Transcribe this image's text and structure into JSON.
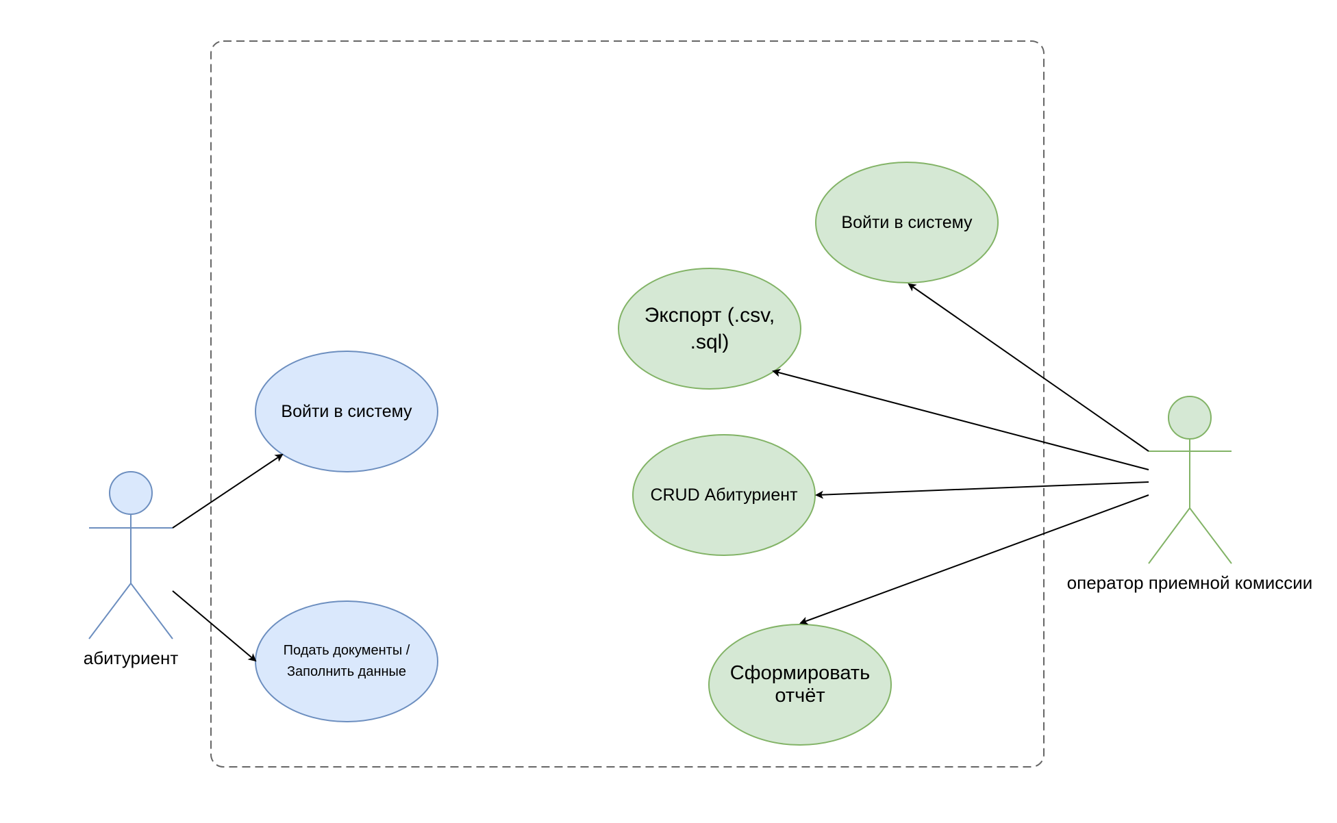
{
  "colors": {
    "blue_fill": "#dae8fc",
    "blue_stroke": "#6c8ebf",
    "green_fill": "#d5e8d4",
    "green_stroke": "#82b366",
    "boundary_stroke": "#666666",
    "arrow": "#000000"
  },
  "actors": {
    "applicant": {
      "label": "абитуриент",
      "color": "blue"
    },
    "operator": {
      "label": "оператор приемной комиссии",
      "color": "green"
    }
  },
  "use_cases": {
    "applicant_login": "Войти в систему",
    "applicant_submit": "Подать документы / Заполнить данные",
    "operator_login": "Войти в систему",
    "operator_export": "Экспорт (.csv, .sql)",
    "operator_crud": "CRUD Абитуриент",
    "operator_report": "Сформировать отчёт"
  }
}
